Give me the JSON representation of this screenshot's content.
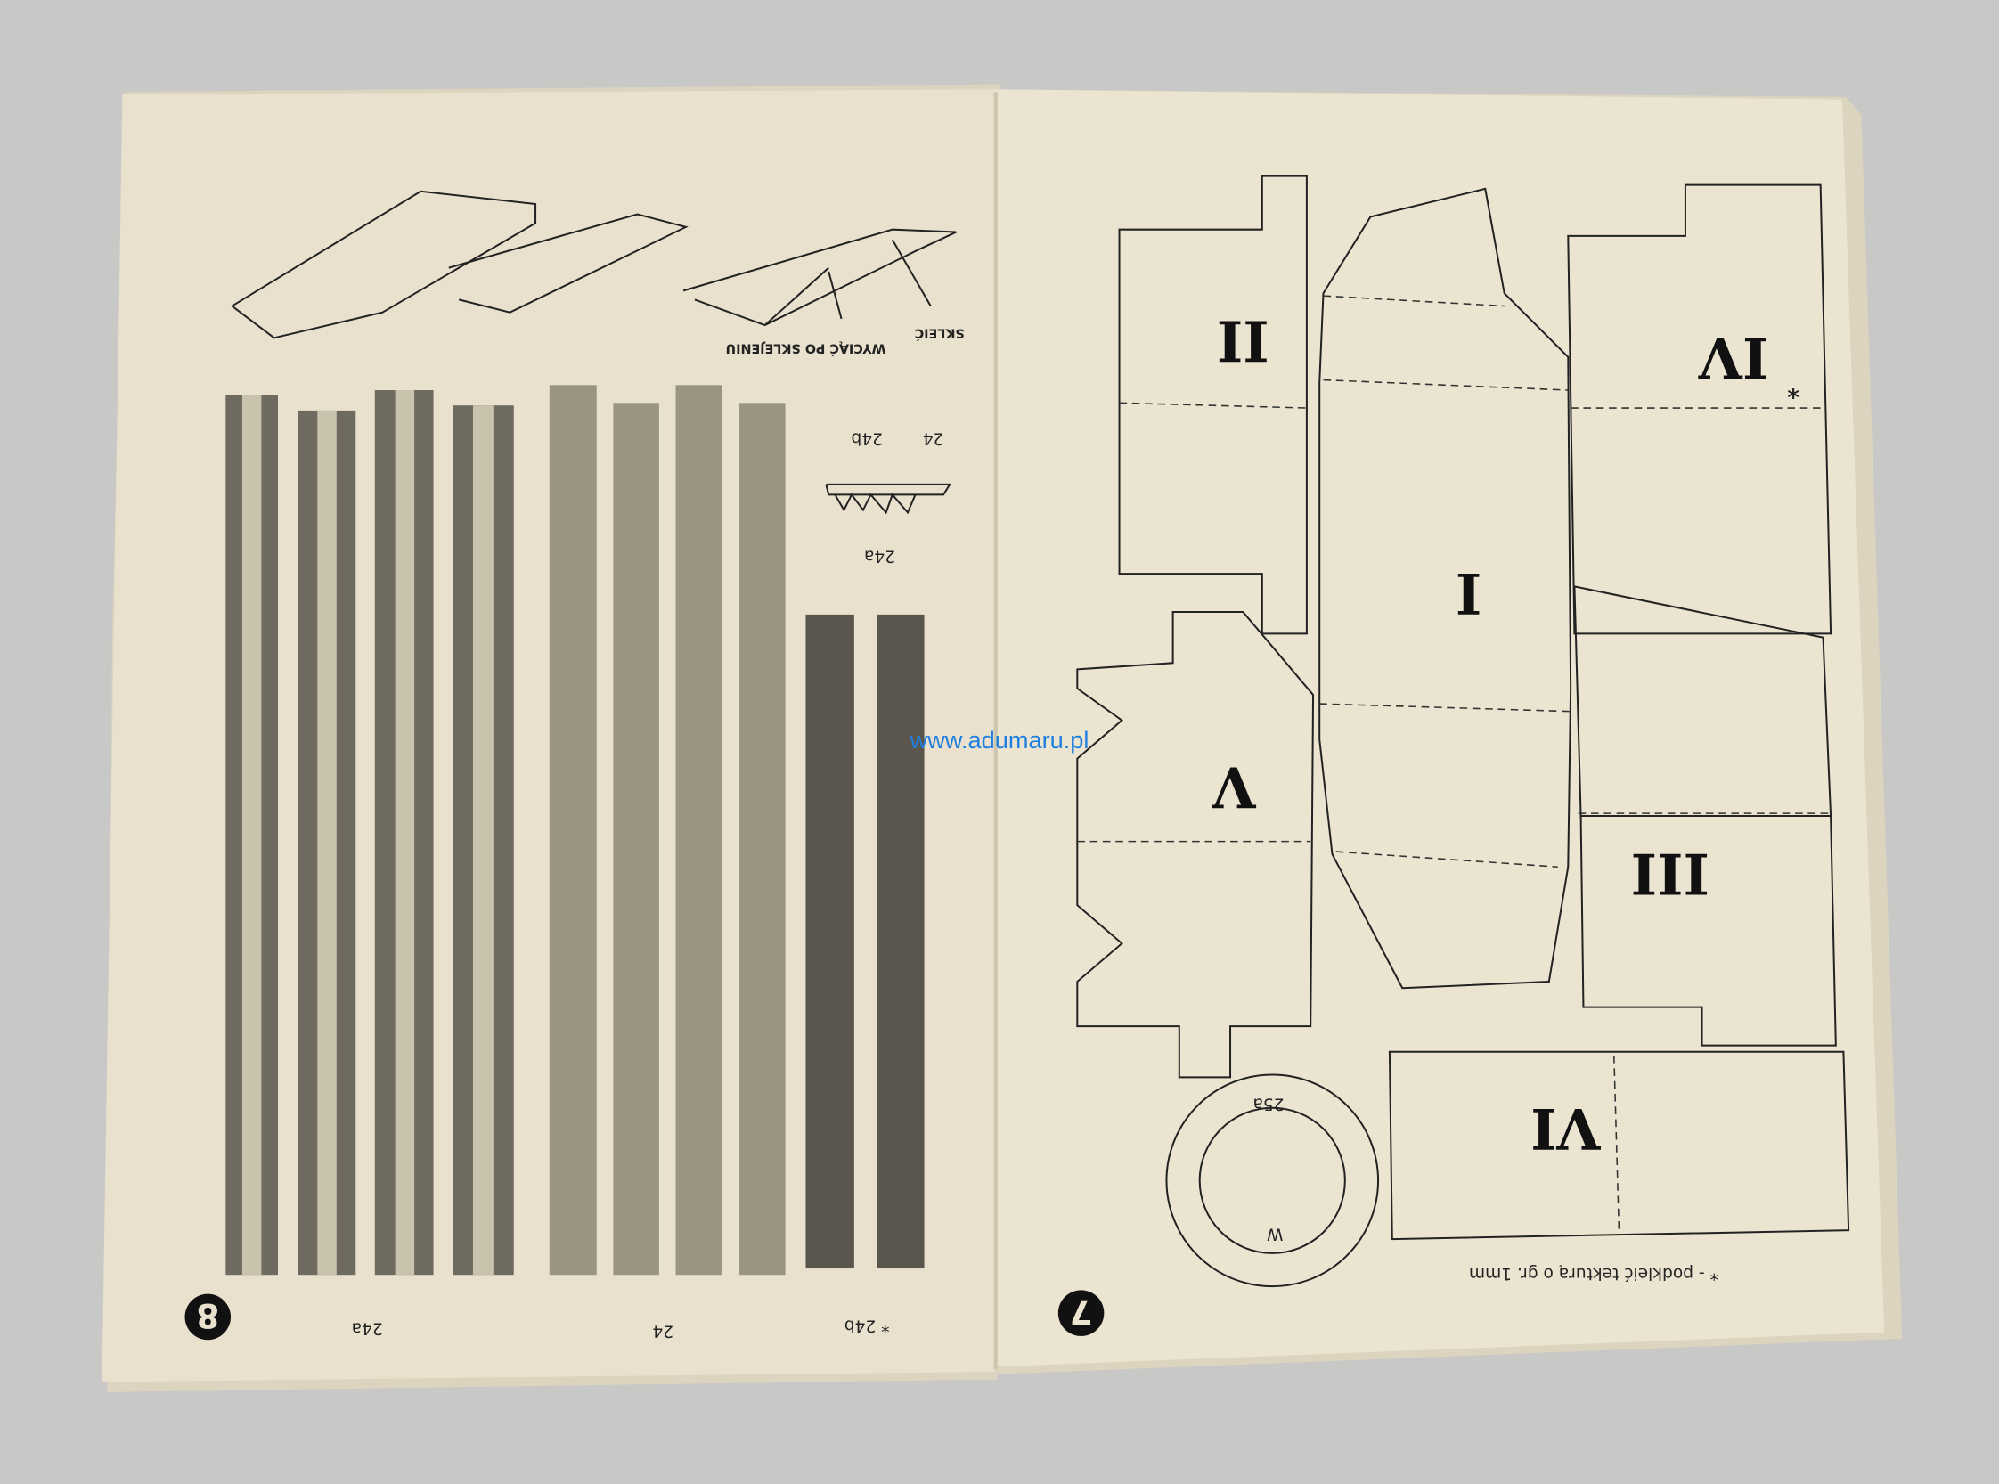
{
  "left_page": {
    "page_number": "8",
    "diagram_labels": {
      "cut_after_gluing": "WYCIĄĆ PO SKLEJENIU",
      "glue": "SKLEIĆ",
      "part_24": "24",
      "part_24a": "24a",
      "part_24b": "24b"
    },
    "strip_labels": {
      "group_24a": "24a",
      "group_24": "24",
      "group_24b": "* 24b"
    }
  },
  "right_page": {
    "page_number": "7",
    "parts": {
      "I": "I",
      "II": "II",
      "III": "III",
      "IV": "IV",
      "V": "V",
      "VI": "VI",
      "ring": "25a",
      "ring_inner": "W"
    },
    "star": "*",
    "footnote": "* - podkleić tekturą o gr. 1mm"
  },
  "watermark": "www.adumaru.pl",
  "colors": {
    "paper": "#e9e1cd",
    "background": "#c8c8c6",
    "ink": "#222222",
    "watermark": "#1e7fe0"
  }
}
